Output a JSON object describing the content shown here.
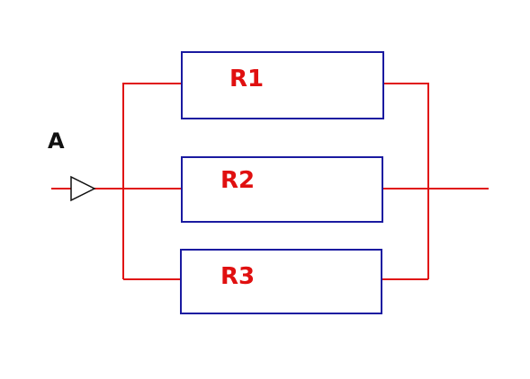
{
  "diagram": {
    "node_label": "A",
    "resistors": [
      {
        "label": "R1"
      },
      {
        "label": "R2"
      },
      {
        "label": "R3"
      }
    ],
    "colors": {
      "wire": "#e01010",
      "resistor_outline": "#1a1aa0",
      "resistor_label": "#e01010",
      "node_label": "#111111"
    },
    "icons": {
      "current_arrow": "triangle-right-icon"
    }
  }
}
